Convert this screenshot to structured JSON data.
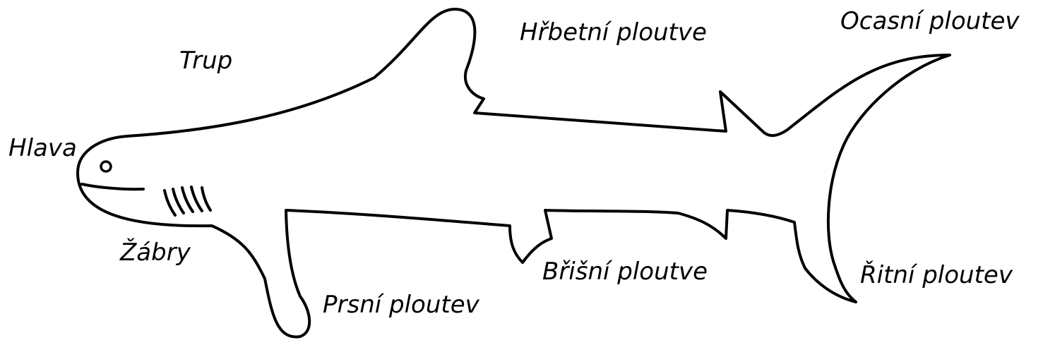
{
  "diagram": {
    "colors": {
      "stroke": "#000000",
      "background": "#ffffff",
      "body_fill": "#ffffff"
    },
    "labels": {
      "trup": "Trup",
      "hrbetni_ploutve": "Hřbetní ploutve",
      "ocasni_ploutev": "Ocasní ploutev",
      "hlava": "Hlava",
      "zabry": "Žábry",
      "brisni_ploutve": "Břišní ploutve",
      "ritni_ploutev": "Řitní ploutev",
      "prsni_ploutev": "Prsní ploutev"
    }
  }
}
